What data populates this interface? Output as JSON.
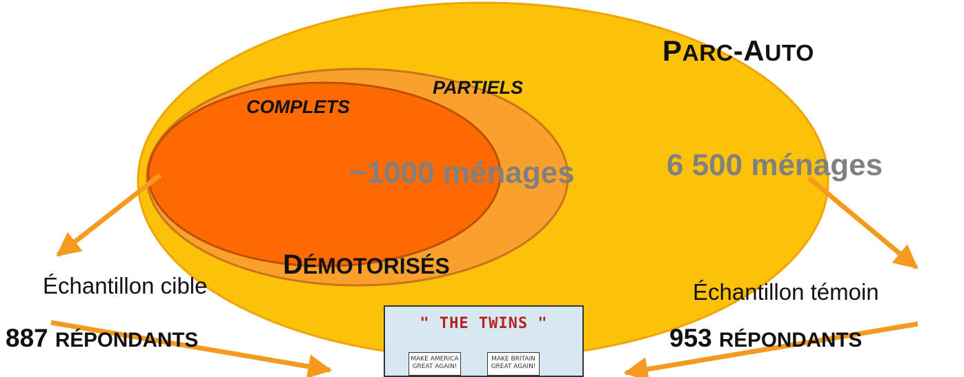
{
  "diagram": {
    "outer_set": {
      "title_initial": "P",
      "title_rest": "ARC",
      "title_sep": "-A",
      "title_end": "UTO",
      "count": "6 500 ménages"
    },
    "middle_set": {
      "label": "PARTIELS",
      "count": "~1000 ménages"
    },
    "inner_set": {
      "label": "COMPLETS"
    },
    "group_title": {
      "initial": "D",
      "rest": "ÉMOTORISÉS"
    },
    "target_sample": {
      "label": "Échantillon cible",
      "count": "887",
      "count_word": "RÉPONDANTS"
    },
    "control_sample": {
      "label": "Échantillon témoin",
      "count": "953",
      "count_word": "RÉPONDANTS"
    },
    "cartoon": {
      "title": "\" THE TWINS \"",
      "sign_left": "MAKE AMERICA GREAT AGAIN!",
      "sign_right": "MAKE BRITAIN GREAT AGAIN!"
    },
    "colors": {
      "outer_fill": "#fcc20a",
      "outer_stroke": "#f0a400",
      "middle_fill": "#f9a12a",
      "middle_stroke": "#c9741c",
      "inner_fill": "#fd6a02",
      "inner_stroke": "#c04c0a",
      "arrow": "#f49a1f",
      "count_text": "#808080"
    }
  }
}
